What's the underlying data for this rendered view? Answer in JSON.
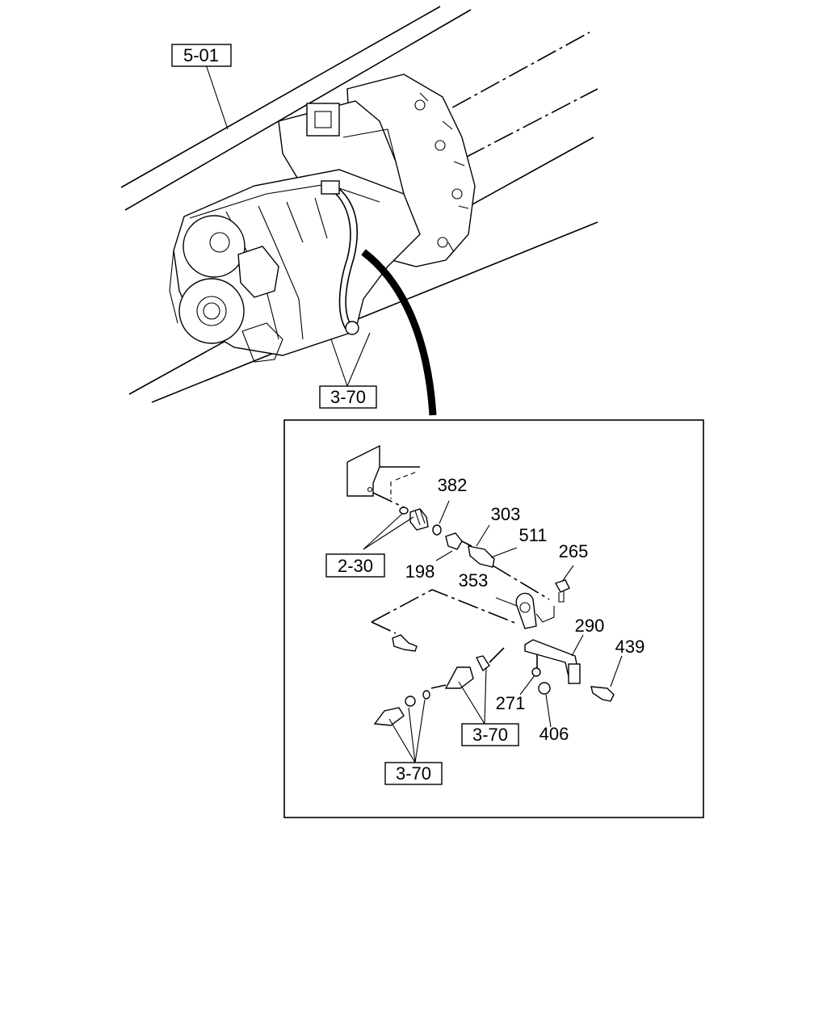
{
  "diagram": {
    "reference_labels": {
      "frame_ref": "5-01",
      "transmission_ref": "3-70",
      "fitting_ref": "2-30",
      "fitting_ref_b": "3-70",
      "fitting_ref_c": "3-70"
    },
    "part_numbers": {
      "p382": "382",
      "p303": "303",
      "p511": "511",
      "p265": "265",
      "p198": "198",
      "p353": "353",
      "p290": "290",
      "p439": "439",
      "p271": "271",
      "p406": "406"
    }
  }
}
